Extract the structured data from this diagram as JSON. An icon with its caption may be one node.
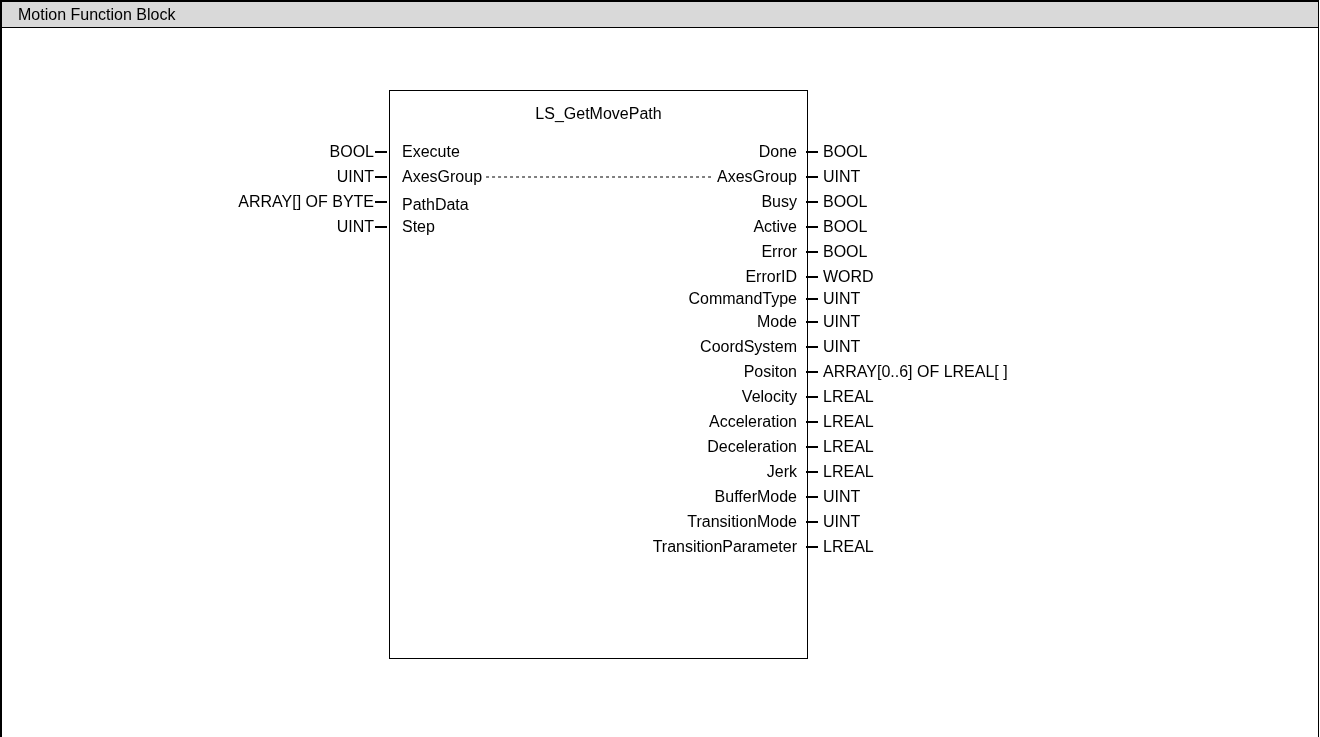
{
  "diagram": {
    "nodes": [
      {
        "text": [
          "Motion Function Block"
        ]
      },
      {
        "text": [
          "LS_GetMovePath"
        ],
        "in": 0
      },
      {
        "text": [
          "Execute"
        ],
        "in": 1,
        "beside": [
          "BOOL"
        ]
      },
      {
        "text": [
          "Done"
        ],
        "in": 1,
        "beside": [
          "BOOL"
        ]
      },
      {
        "text": [
          "AxesGroup"
        ],
        "in": 1,
        "beside": [
          "UINT"
        ]
      },
      {
        "text": [
          "AxesGroup"
        ],
        "in": 1,
        "beside": [
          "UINT"
        ]
      },
      {
        "text": [
          "PathData"
        ],
        "in": 1,
        "beside": [
          "ARRAY[] OF BYTE"
        ]
      },
      {
        "text": [
          "Busy"
        ],
        "in": 1,
        "beside": [
          "BOOL"
        ]
      },
      {
        "text": [
          "Step"
        ],
        "in": 1,
        "beside": [
          "UINT"
        ]
      },
      {
        "text": [
          "Active"
        ],
        "in": 1,
        "beside": [
          "BOOL"
        ]
      },
      {
        "text": [
          "Error"
        ],
        "in": 1,
        "beside": [
          "BOOL"
        ]
      },
      {
        "text": [
          "ErrorID"
        ],
        "in": 1,
        "beside": [
          "WORD"
        ]
      },
      {
        "text": [
          "CommandType"
        ],
        "in": 1,
        "beside": [
          "UINT"
        ]
      },
      {
        "text": [
          "Mode"
        ],
        "in": 1,
        "beside": [
          "UINT"
        ]
      },
      {
        "text": [
          "CoordSystem"
        ],
        "in": 1,
        "beside": [
          "UINT"
        ]
      },
      {
        "text": [
          "Positon"
        ],
        "in": 1,
        "beside": [
          "ARRAY[0..6] OF LREAL[ ]"
        ]
      },
      {
        "text": [
          "Velocity"
        ],
        "in": 1,
        "beside": [
          "LREAL"
        ]
      },
      {
        "text": [
          "Acceleration"
        ],
        "in": 1,
        "beside": [
          "LREAL"
        ]
      },
      {
        "text": [
          "Deceleration"
        ],
        "in": 1,
        "beside": [
          "LREAL"
        ]
      },
      {
        "text": [
          "Jerk"
        ],
        "in": 1,
        "beside": [
          "LREAL"
        ]
      },
      {
        "text": [
          "BufferMode"
        ],
        "in": 1,
        "beside": [
          "UINT"
        ]
      },
      {
        "text": [
          "TransitionMode"
        ],
        "in": 1,
        "beside": [
          "UINT"
        ]
      },
      {
        "text": [
          "TransitionParameter"
        ],
        "in": 1,
        "beside": [
          "LREAL"
        ]
      }
    ],
    "edges": [
      {
        "from": 4,
        "to": 5,
        "arrow": "none",
        "style": "dashed"
      }
    ]
  }
}
